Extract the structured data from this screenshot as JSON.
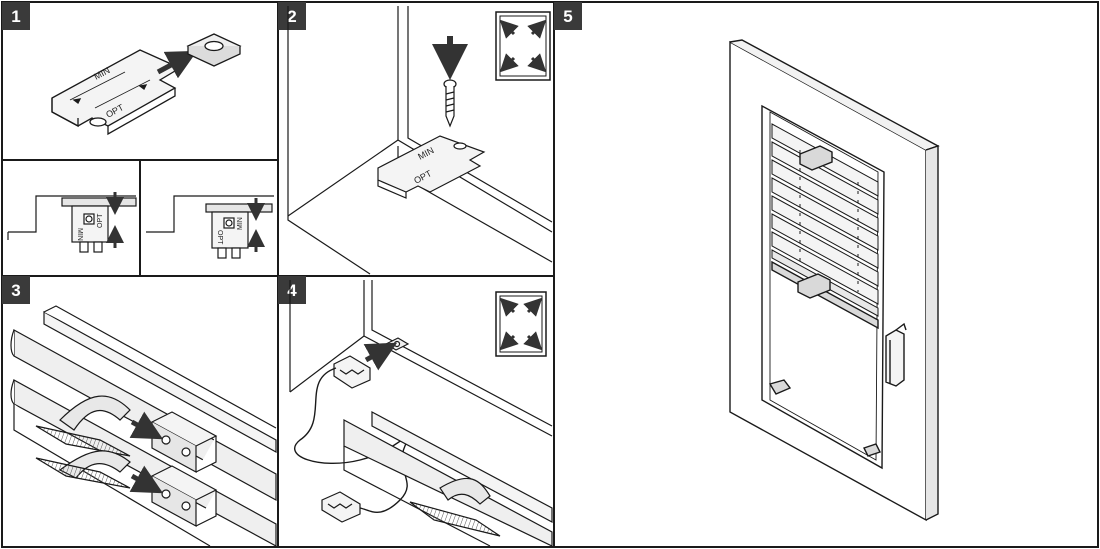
{
  "steps": {
    "s1": "1",
    "s2": "2",
    "s3": "3",
    "s4": "4",
    "s5": "5"
  },
  "bracket_labels": {
    "min": "MIN",
    "opt": "OPT"
  },
  "colors": {
    "ink": "#1a1a1a",
    "badge": "#3a3a3a",
    "arrow": "#333333",
    "fill_light": "#f2f2f2",
    "fill_mid": "#d9d9d9"
  }
}
